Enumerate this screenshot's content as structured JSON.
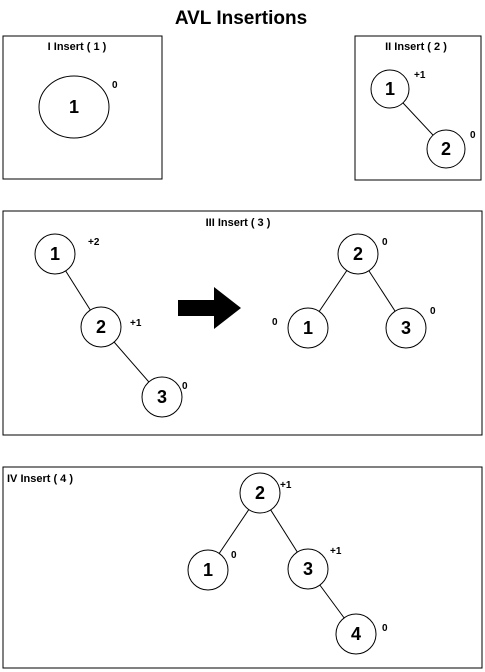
{
  "title": "AVL Insertions",
  "panels": [
    {
      "label": "I  Insert ( 1 )",
      "nodes": [
        {
          "id": "p1n1",
          "value": "1",
          "balance": "0"
        }
      ],
      "edges": []
    },
    {
      "label": "II  Insert ( 2 )",
      "nodes": [
        {
          "id": "p2n1",
          "value": "1",
          "balance": "+1"
        },
        {
          "id": "p2n2",
          "value": "2",
          "balance": "0"
        }
      ],
      "edges": [
        [
          "p2n1",
          "p2n2"
        ]
      ]
    },
    {
      "label": "III   Insert ( 3 )",
      "nodes": [
        {
          "id": "p3a1",
          "value": "1",
          "balance": "+2"
        },
        {
          "id": "p3a2",
          "value": "2",
          "balance": "+1"
        },
        {
          "id": "p3a3",
          "value": "3",
          "balance": "0"
        },
        {
          "id": "p3b2",
          "value": "2",
          "balance": "0"
        },
        {
          "id": "p3b1",
          "value": "1",
          "balance": "0"
        },
        {
          "id": "p3b3",
          "value": "3",
          "balance": "0"
        }
      ],
      "edges": [
        [
          "p3a1",
          "p3a2"
        ],
        [
          "p3a2",
          "p3a3"
        ],
        [
          "p3b2",
          "p3b1"
        ],
        [
          "p3b2",
          "p3b3"
        ]
      ]
    },
    {
      "label": "IV   Insert ( 4 )",
      "nodes": [
        {
          "id": "p4n2",
          "value": "2",
          "balance": "+1"
        },
        {
          "id": "p4n1",
          "value": "1",
          "balance": "0"
        },
        {
          "id": "p4n3",
          "value": "3",
          "balance": "+1"
        },
        {
          "id": "p4n4",
          "value": "4",
          "balance": "0"
        }
      ],
      "edges": [
        [
          "p4n2",
          "p4n1"
        ],
        [
          "p4n2",
          "p4n3"
        ],
        [
          "p4n3",
          "p4n4"
        ]
      ]
    }
  ],
  "arrow_icon": "right-arrow-icon"
}
